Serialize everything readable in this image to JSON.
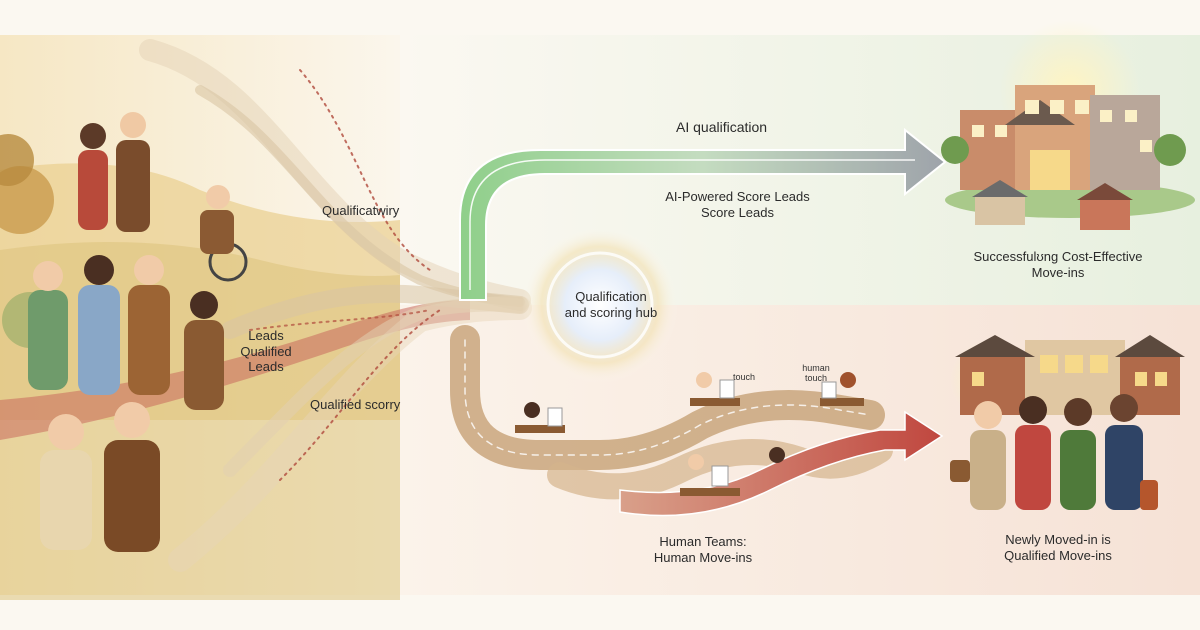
{
  "left": {
    "qualificatwiry": "Qualificatwiry",
    "leads_lines": [
      "Leads",
      "Qualified",
      "Leads"
    ],
    "qualified_scorry": "Qualified scorry"
  },
  "hub": {
    "lines": [
      "Qualification",
      "and scoring hub"
    ]
  },
  "top_path": {
    "ai_qualification": "AI qualification",
    "score_lines": [
      "AI-Powered Score Leads",
      "Score Leads"
    ]
  },
  "bottom_path": {
    "touch_left": "touch",
    "touch_right_lines": [
      "human",
      "touch"
    ],
    "human_teams_lines": [
      "Human Teams:",
      "Human Move-ins"
    ]
  },
  "right_top": {
    "caption_lines": [
      "Successfulʊng Cost-Effective",
      "Move-ins"
    ]
  },
  "right_bottom": {
    "caption_lines": [
      "Newly Moved-in is",
      "Qualified Move-ins"
    ]
  },
  "colors": {
    "ai_arrow_green": "#7cc07a",
    "ai_arrow_silver": "#b9bcc2",
    "human_path_tan": "#c9a67d",
    "human_arrow_red": "#c0473f",
    "hub_glow": "#c9d8f0",
    "lead_stream": "#d9c4a4"
  }
}
